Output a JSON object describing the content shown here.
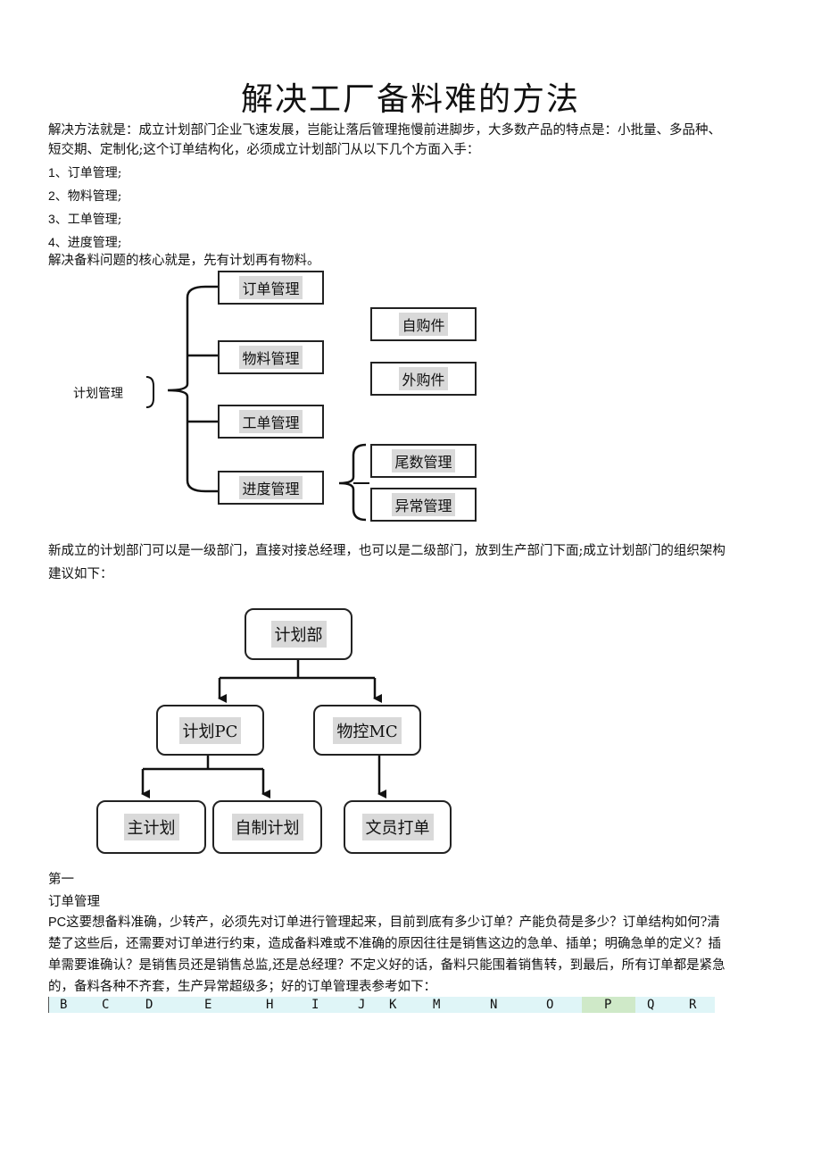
{
  "title": "解决工厂备料难的方法",
  "intro": [
    "解决方法就是：成立计划部门企业飞速发展，岂能让落后管理拖慢前进脚步，大多数产品的特点是：小批量、多品种、",
    "短交期、定制化;这个订单结构化，必须成立计划部门从以下几个方面入手："
  ],
  "items": [
    {
      "num": "1",
      "text": "、订单管理;"
    },
    {
      "num": "2",
      "text": "、物料管理;"
    },
    {
      "num": "3",
      "text": "、工单管理;"
    },
    {
      "num": "4",
      "text": "、进度管理;"
    }
  ],
  "core": "解决备料问题的核心就是，先有计划再有物料。",
  "diagram1": {
    "root": "计划管理",
    "left": [
      "订单管理",
      "物料管理",
      "工单管理",
      "进度管理"
    ],
    "right_top": [
      "自购件",
      "外购件"
    ],
    "right_bottom": [
      "尾数管理",
      "异常管理"
    ]
  },
  "para2": [
    "新成立的计划部门可以是一级部门，直接对接总经理，也可以是二级部门，放到生产部门下面;成立计划部门的组织架构",
    "建议如下："
  ],
  "org": {
    "root": "计划部",
    "mid": [
      "计划PC",
      "物控MC"
    ],
    "leaves": [
      "主计划",
      "自制计划",
      "文员打单"
    ]
  },
  "section_no": "第一",
  "section_title": "订单管理",
  "body": [
    {
      "lead": "PC",
      "text": "这要想备料准确，少转产，必须先对订单进行管理起来，目前到底有多少订单？产能负荷是多少？订单结构如何?清"
    },
    {
      "lead": "",
      "text": "楚了这些后，还需要对订单进行约束，造成备料难或不准确的原因往往是销售这边的急单、插单；明确急单的定义？插"
    },
    {
      "lead": "",
      "text": "单需要谁确认？是销售员还是销售总监,还是总经理？不定义好的话，备料只能围着销售转，到最后，所有订单都是紧急"
    },
    {
      "lead": "",
      "text": "的，备料各种不齐套，生产异常超级多；好的订单管理表参考如下："
    }
  ],
  "table_cols": [
    "B",
    "C",
    "D",
    "E",
    "H",
    "I",
    "J",
    "K",
    "M",
    "N",
    "O",
    "P",
    "Q",
    "R"
  ],
  "colors": {
    "label_bg": "#d9d9d9",
    "table_header_bg": "#dff5f7",
    "highlight": "#cfe9c8"
  }
}
